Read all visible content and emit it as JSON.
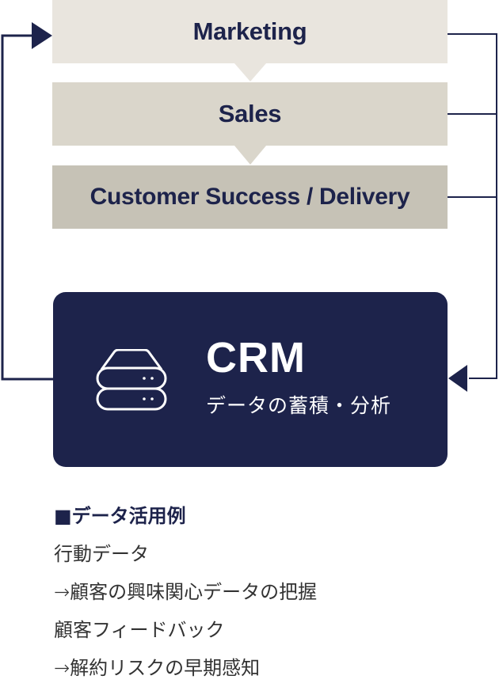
{
  "stages": [
    {
      "label": "Marketing",
      "color": "#e9e5de"
    },
    {
      "label": "Sales",
      "color": "#dad6cb"
    },
    {
      "label": "Customer Success / Delivery",
      "color": "#c6c2b6"
    }
  ],
  "crm": {
    "title": "CRM",
    "subtitle": "データの蓄積・分析",
    "icon": "server-stack-icon",
    "background": "#1d234b"
  },
  "examples": {
    "title": "■データ活用例",
    "lines": [
      "行動データ",
      "→顧客の興味関心データの把握",
      "顧客フィードバック",
      "→解約リスクの早期感知"
    ]
  },
  "colors": {
    "line": "#1d234b",
    "text": "#1d234b"
  }
}
